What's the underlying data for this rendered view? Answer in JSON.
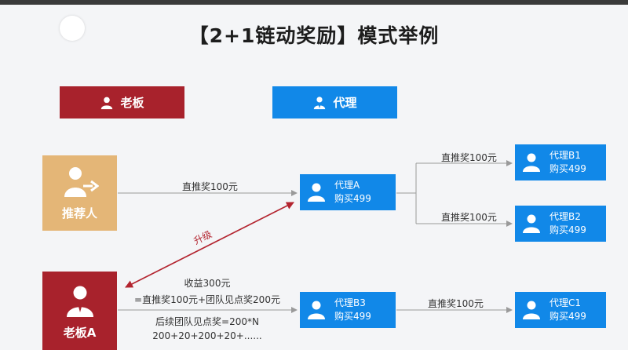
{
  "title": "【2+1链动奖励】模式举例",
  "headers": {
    "boss": "老板",
    "agent": "代理"
  },
  "nodes": {
    "referrer": "推荐人",
    "boss_a": "老板A",
    "agent_a": {
      "name": "代理A",
      "purchase": "购买499"
    },
    "agent_b1": {
      "name": "代理B1",
      "purchase": "购买499"
    },
    "agent_b2": {
      "name": "代理B2",
      "purchase": "购买499"
    },
    "agent_b3": {
      "name": "代理B3",
      "purchase": "购买499"
    },
    "agent_c1": {
      "name": "代理C1",
      "purchase": "购买499"
    }
  },
  "labels": {
    "referrer_to_a": "直推奖100元",
    "a_to_b1": "直推奖100元",
    "a_to_b2": "直推奖100元",
    "upgrade": "升级",
    "income_line1": "收益300元",
    "income_line2": "=直推奖100元+团队见点奖200元",
    "followup_line1": "后续团队见点奖=200*N",
    "followup_line2": "200+20+200+20+......",
    "b3_to_c1": "直推奖100元"
  },
  "colors": {
    "boss_red": "#a8222c",
    "agent_blue": "#1188e8",
    "referrer_gold": "#e4b677",
    "upgrade_arrow": "#b3242f",
    "connector_gray": "#9a9a9a"
  }
}
